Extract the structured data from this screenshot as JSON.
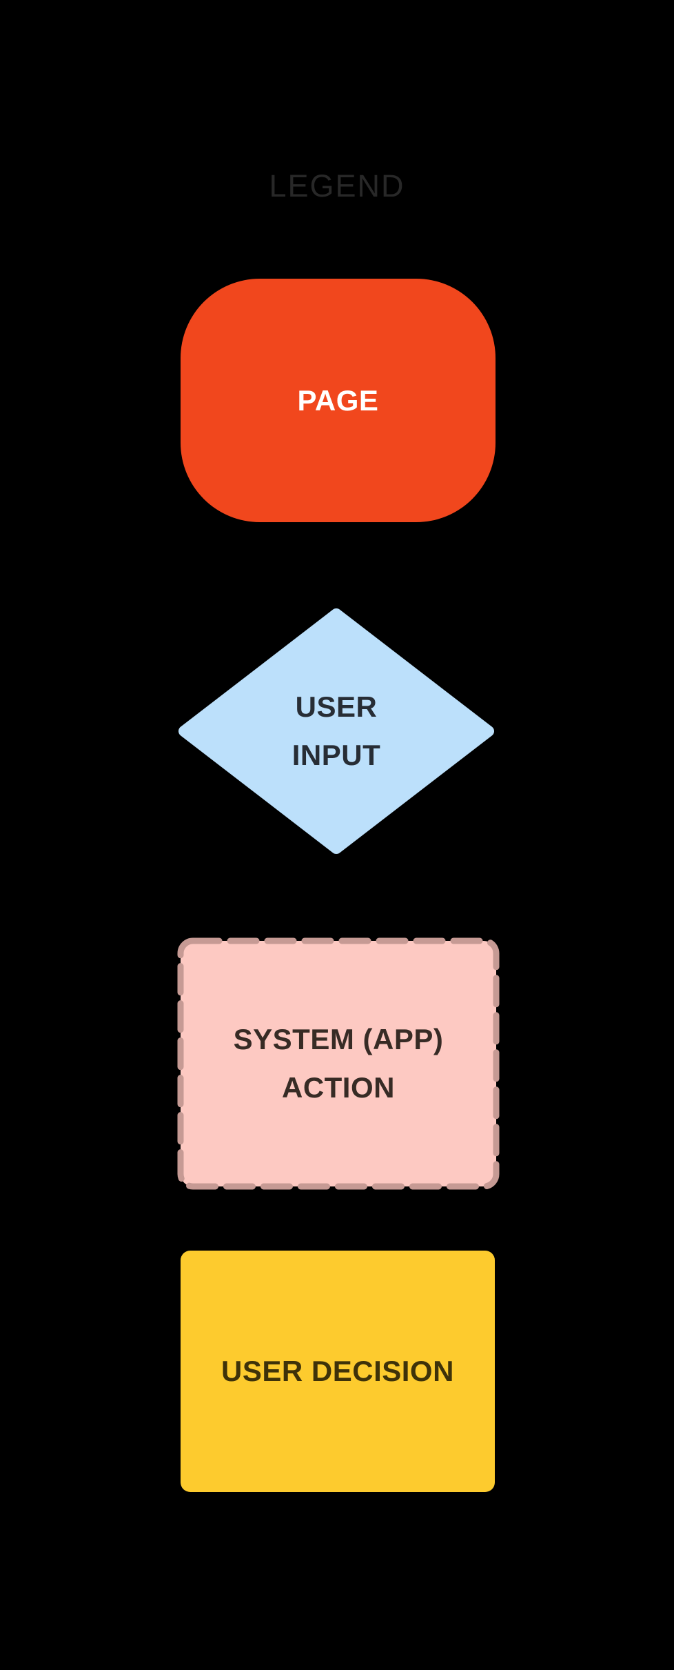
{
  "title": {
    "label": "LEGEND",
    "color": "#282828"
  },
  "background_color": "#000000",
  "legend_items": [
    {
      "id": "page",
      "label": "PAGE",
      "shape": "rounded-pill",
      "fill_color": "#F1471D",
      "text_color": "#FFFFFF"
    },
    {
      "id": "user-input",
      "label": "USER\nINPUT",
      "shape": "diamond",
      "fill_color": "#BCE0FB",
      "text_color": "#272D35"
    },
    {
      "id": "system-action",
      "label": "SYSTEM (APP)\nACTION",
      "shape": "dashed-rectangle",
      "fill_color": "#FDC9C2",
      "border_color": "#C69A94",
      "text_color": "#372B25"
    },
    {
      "id": "user-decision",
      "label": "USER DECISION",
      "shape": "rectangle",
      "fill_color": "#FDCB2E",
      "text_color": "#3E3209"
    }
  ]
}
